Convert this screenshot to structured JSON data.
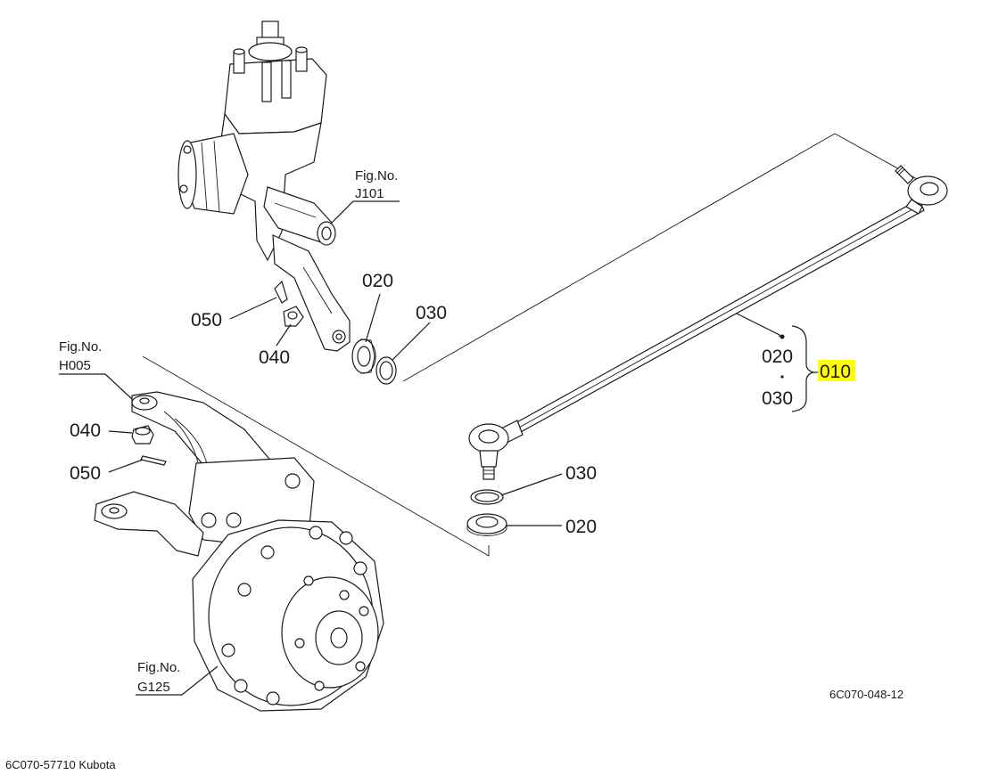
{
  "figure_refs": {
    "steering_gearbox": {
      "prefix": "Fig.No.",
      "code": "J101"
    },
    "knuckle_arm": {
      "prefix": "Fig.No.",
      "code": "H005"
    },
    "front_hub": {
      "prefix": "Fig.No.",
      "code": "G125"
    }
  },
  "callouts": {
    "top_cover_020": "020",
    "top_ring_030": "030",
    "top_pin_050": "050",
    "top_nut_040": "040",
    "left_nut_040": "040",
    "left_pin_050": "050",
    "right_ring_030": "030",
    "right_cover_020": "020",
    "group_020": "020",
    "group_030": "030",
    "group_010": "010"
  },
  "highlight_color": "#ffff00",
  "drawing_code": "6C070-048-12",
  "footer_caption": "6C070-57710 Kubota"
}
